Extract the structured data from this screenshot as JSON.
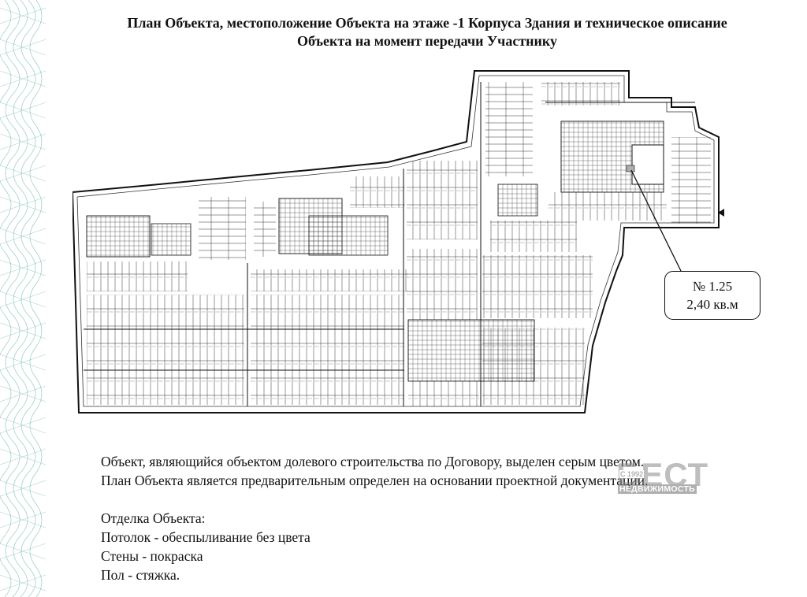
{
  "title": {
    "line1": "План Объекта, местоположение Объекта на этаже -1 Корпуса Здания и техническое описание",
    "line2": "Объекта на момент передачи Участнику"
  },
  "callout": {
    "number": "№ 1.25",
    "area": "2,40 кв.м"
  },
  "body": {
    "line1": "Объект, являющийся объектом долевого строительства по Договору, выделен серым цветом.",
    "line2": "План Объекта является предварительным определен на основании проектной документации.",
    "finish_heading": "Отделка Объекта:",
    "ceiling": "Потолок - обеспыливание без цвета",
    "walls": "Стены - покраска",
    "floor": "Пол - стяжка."
  },
  "watermark": {
    "brand": "БЕСТ",
    "year": "С 1992",
    "sub": "НЕДВИЖИМОСТЬ"
  },
  "colors": {
    "border": "#6fb3a8",
    "lines": "#222222",
    "highlight": "#b0b0b0"
  }
}
